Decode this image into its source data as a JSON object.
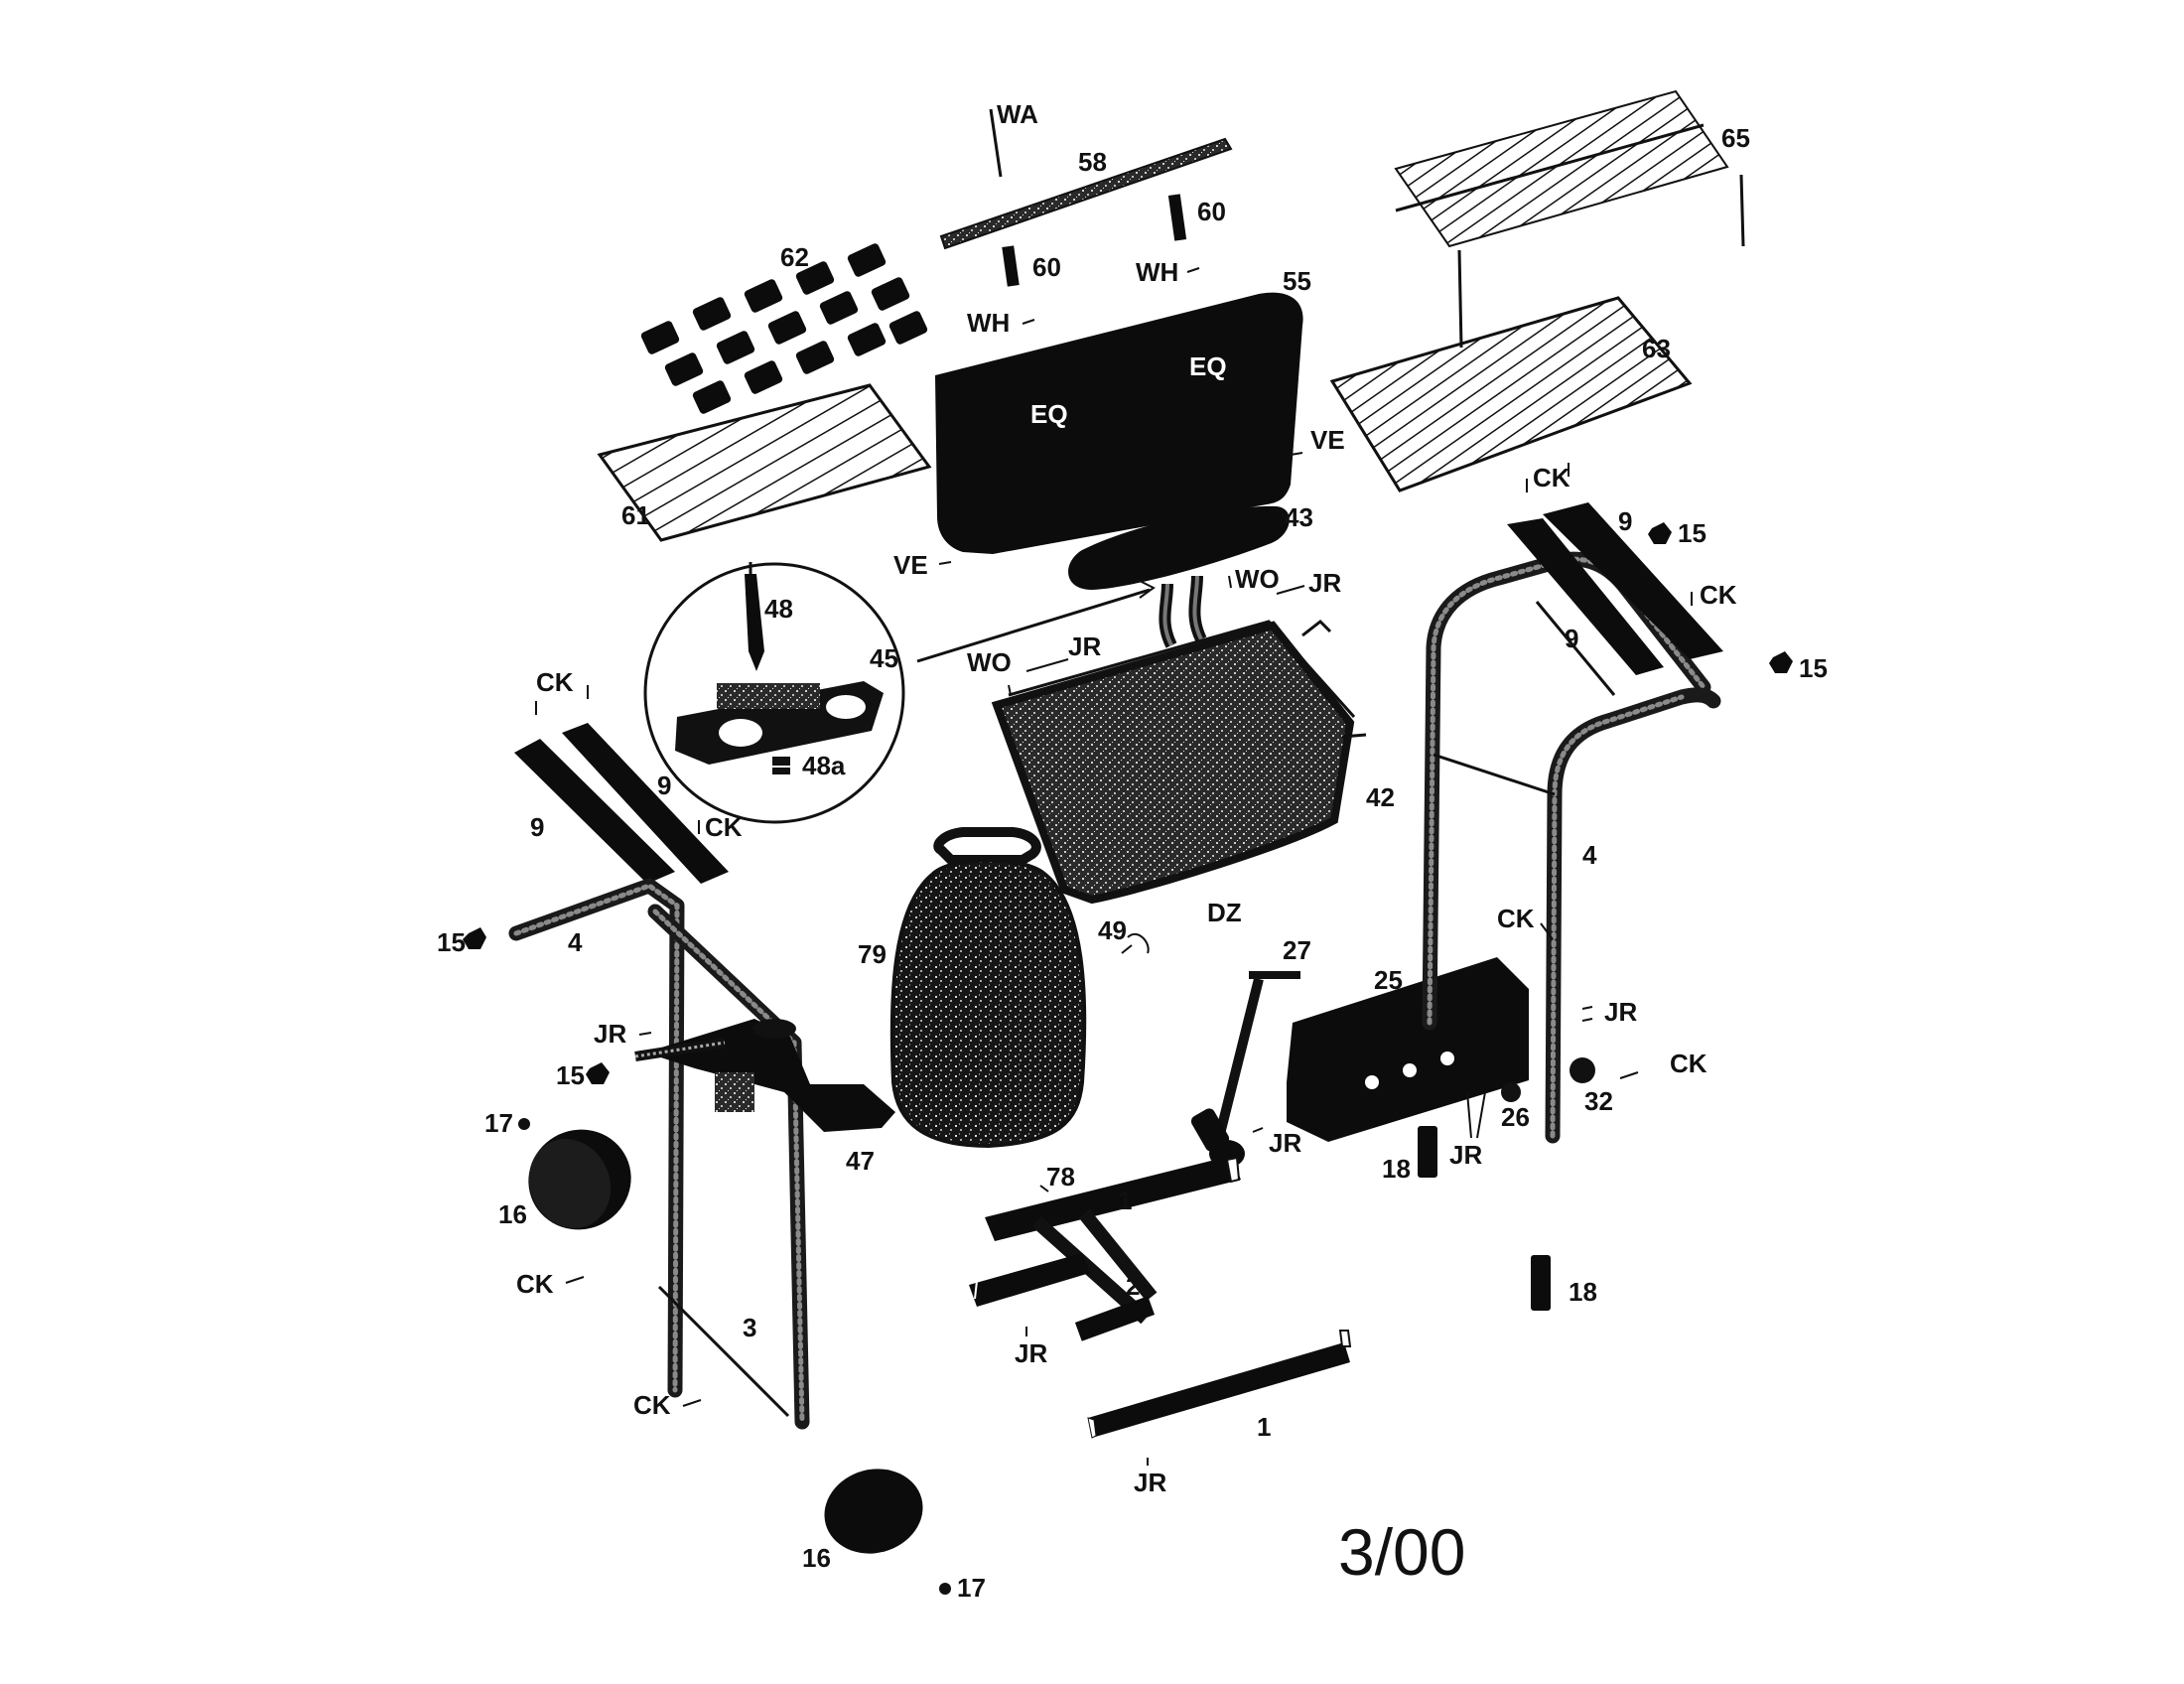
{
  "diagram": {
    "date": "3/00",
    "parts": {
      "p1a": "1",
      "p1b": "1",
      "p2": "2",
      "p3": "3",
      "p4a": "4",
      "p4b": "4",
      "p9a": "9",
      "p9b": "9",
      "p9c": "9",
      "p9d": "9",
      "p15a": "15",
      "p15b": "15",
      "p15c": "15",
      "p15d": "15",
      "p16a": "16",
      "p16b": "16",
      "p17a": "17",
      "p17b": "17",
      "p18a": "18",
      "p18b": "18",
      "p25": "25",
      "p26": "26",
      "p27": "27",
      "p32": "32",
      "p42": "42",
      "p43": "43",
      "p45": "45",
      "p47": "47",
      "p48": "48",
      "p48a": "48a",
      "p49": "49",
      "p55": "55",
      "p58": "58",
      "p60a": "60",
      "p60b": "60",
      "p61": "61",
      "p62": "62",
      "p63": "63",
      "p65": "65",
      "p78": "78",
      "p79": "79"
    },
    "codes": {
      "wa": "WA",
      "wh1": "WH",
      "wh2": "WH",
      "eq1": "EQ",
      "eq2": "EQ",
      "ve1": "VE",
      "ve2": "VE",
      "wo1": "WO",
      "wo2": "WO",
      "jr1": "JR",
      "jr2": "JR",
      "jr3": "JR",
      "jr4": "JR",
      "jr5": "JR",
      "jr6": "JR",
      "jr7": "JR",
      "jr8": "JR",
      "ck1": "CK",
      "ck2": "CK",
      "ck3": "CK",
      "ck4": "CK",
      "ck5": "CK",
      "ck6": "CK",
      "ck7": "CK",
      "ck8": "CK",
      "dz": "DZ"
    }
  }
}
